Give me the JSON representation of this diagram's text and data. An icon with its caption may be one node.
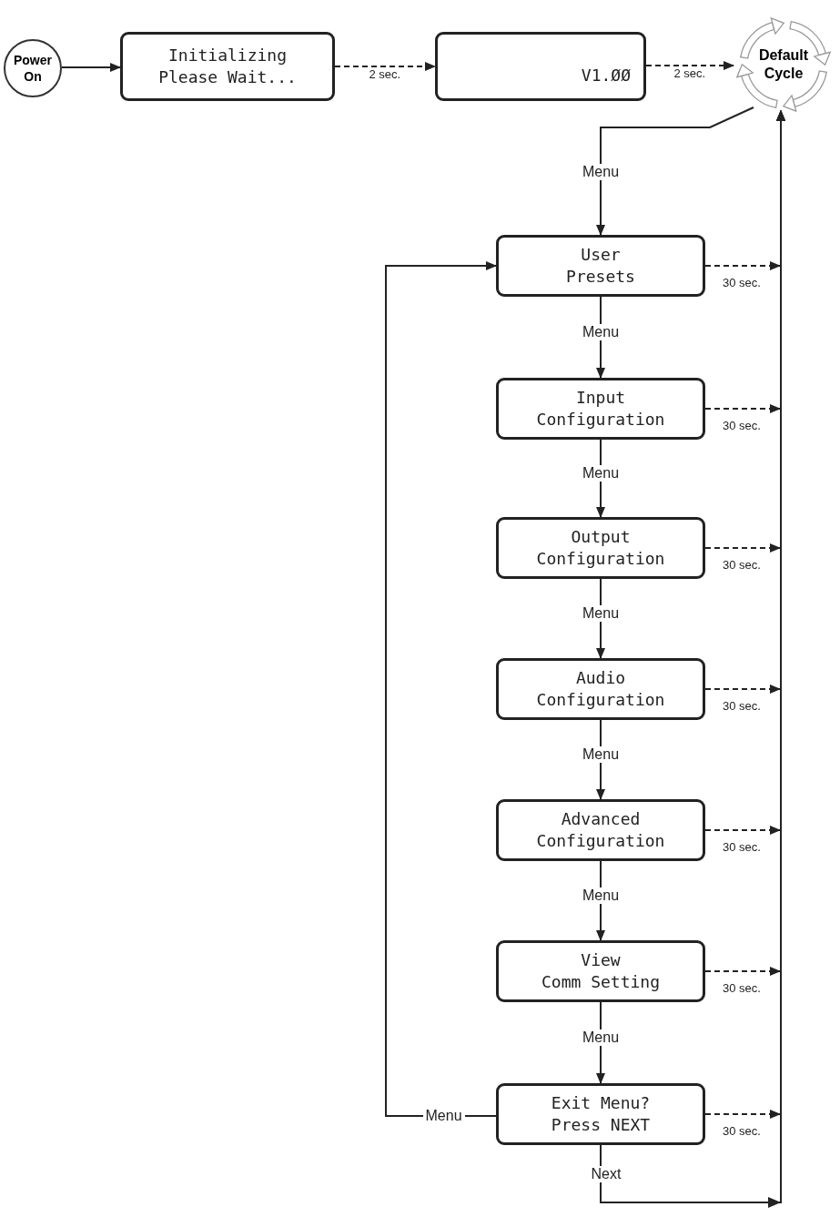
{
  "diagram": {
    "nodes": [
      {
        "text": [
          "Power On"
        ]
      },
      {
        "text": [
          "Initializing",
          "Please Wait..."
        ]
      },
      {
        "text": [
          "V1.ØØ"
        ]
      },
      {
        "text": [
          "Default Cycle"
        ]
      },
      {
        "text": [
          "User",
          "Presets"
        ]
      },
      {
        "text": [
          "Input",
          "Configuration"
        ]
      },
      {
        "text": [
          "Output",
          "Configuration"
        ]
      },
      {
        "text": [
          "Audio",
          "Configuration"
        ]
      },
      {
        "text": [
          "Advanced",
          "Configuration"
        ]
      },
      {
        "text": [
          "View",
          "Comm Setting"
        ]
      },
      {
        "text": [
          "Exit Menu?",
          "Press NEXT"
        ]
      }
    ],
    "edges": [
      {
        "from": 0,
        "to": 1,
        "arrow": "to"
      },
      {
        "from": 1,
        "to": 2,
        "arrow": "to",
        "label": "2 sec.",
        "style": "dashed"
      },
      {
        "from": 2,
        "to": 3,
        "arrow": "to",
        "label": "2 sec.",
        "style": "dashed"
      },
      {
        "from": 3,
        "to": 4,
        "arrow": "to",
        "label": "Menu"
      },
      {
        "from": 4,
        "to": 5,
        "arrow": "to",
        "label": "Menu"
      },
      {
        "from": 5,
        "to": 6,
        "arrow": "to",
        "label": "Menu"
      },
      {
        "from": 6,
        "to": 7,
        "arrow": "to",
        "label": "Menu"
      },
      {
        "from": 7,
        "to": 8,
        "arrow": "to",
        "label": "Menu"
      },
      {
        "from": 8,
        "to": 9,
        "arrow": "to",
        "label": "Menu"
      },
      {
        "from": 9,
        "to": 10,
        "arrow": "to",
        "label": "Menu"
      },
      {
        "from": 10,
        "to": 4,
        "arrow": "to",
        "label": "Menu"
      },
      {
        "from": 10,
        "to": 3,
        "arrow": "to",
        "label": "Next"
      },
      {
        "from": 4,
        "to": 3,
        "arrow": "to",
        "label": "30 sec.",
        "style": "dashed"
      },
      {
        "from": 5,
        "to": 3,
        "arrow": "to",
        "label": "30 sec.",
        "style": "dashed"
      },
      {
        "from": 6,
        "to": 3,
        "arrow": "to",
        "label": "30 sec.",
        "style": "dashed"
      },
      {
        "from": 7,
        "to": 3,
        "arrow": "to",
        "label": "30 sec.",
        "style": "dashed"
      },
      {
        "from": 8,
        "to": 3,
        "arrow": "to",
        "label": "30 sec.",
        "style": "dashed"
      },
      {
        "from": 9,
        "to": 3,
        "arrow": "to",
        "label": "30 sec.",
        "style": "dashed"
      },
      {
        "from": 10,
        "to": 3,
        "arrow": "to",
        "label": "30 sec.",
        "style": "dashed"
      }
    ]
  }
}
